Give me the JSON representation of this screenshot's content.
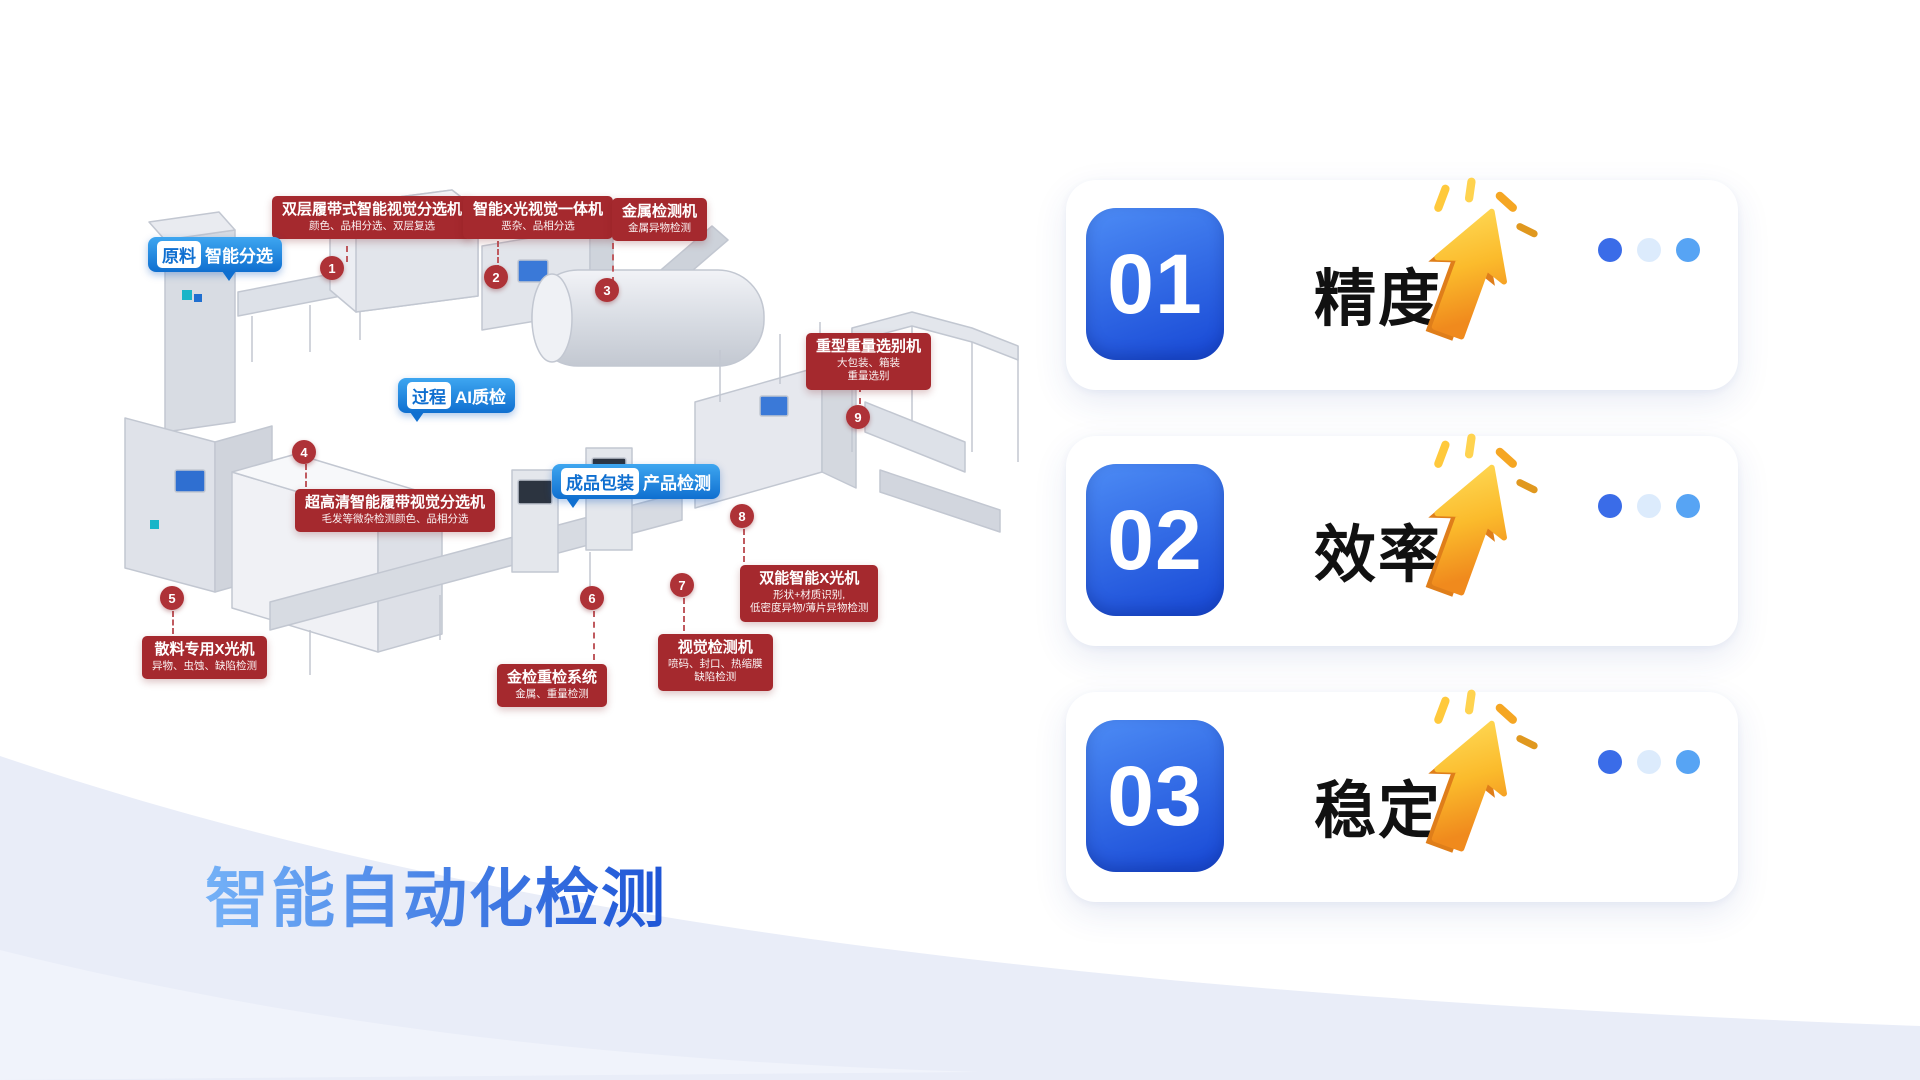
{
  "title": {
    "text": "智能自动化检测"
  },
  "colors": {
    "label-red": "#a5292e",
    "marker-red": "#ae3237",
    "connector-red": "#c05a5f",
    "stage-blue-1": "#3ea6f0",
    "stage-blue-2": "#0f6fd0",
    "chip-blue": "#0f6fd0",
    "badge-g1": "#4d8cf5",
    "badge-g2": "#1c4ed8",
    "dot-1": "#3a6ce8",
    "dot-2": "#dcebfc",
    "dot-3": "#57a4f4",
    "title-g1": "#74b1f7",
    "title-g2": "#1e55d6",
    "bg-curve": "#e9edf8"
  },
  "stages": [
    {
      "highlight": "原料",
      "rest": "智能分选"
    },
    {
      "highlight": "过程",
      "rest": "AI质检"
    },
    {
      "highlight": "成品包装",
      "rest": "产品检测"
    }
  ],
  "machines": [
    {
      "num": "1",
      "title": "双层履带式智能视觉分选机",
      "desc": [
        "颜色、品相分选、双层复选"
      ]
    },
    {
      "num": "2",
      "title": "智能X光视觉一体机",
      "desc": [
        "恶杂、品相分选"
      ]
    },
    {
      "num": "3",
      "title": "金属检测机",
      "desc": [
        "金属异物检测"
      ]
    },
    {
      "num": "4",
      "title": "超高清智能履带视觉分选机",
      "desc": [
        "毛发等微杂检测颜色、品相分选"
      ]
    },
    {
      "num": "5",
      "title": "散料专用X光机",
      "desc": [
        "异物、虫蚀、缺陷检测"
      ]
    },
    {
      "num": "6",
      "title": "金检重检系统",
      "desc": [
        "金属、重量检测"
      ]
    },
    {
      "num": "7",
      "title": "视觉检测机",
      "desc": [
        "喷码、封口、热缩膜",
        "缺陷检测"
      ]
    },
    {
      "num": "8",
      "title": "双能智能X光机",
      "desc": [
        "形状+材质识别,",
        "低密度异物/薄片异物检测"
      ]
    },
    {
      "num": "9",
      "title": "重型重量选别机",
      "desc": [
        "大包装、箱装",
        "重量选别"
      ]
    }
  ],
  "features": [
    {
      "number": "01",
      "label": "精度"
    },
    {
      "number": "02",
      "label": "效率"
    },
    {
      "number": "03",
      "label": "稳定"
    }
  ]
}
